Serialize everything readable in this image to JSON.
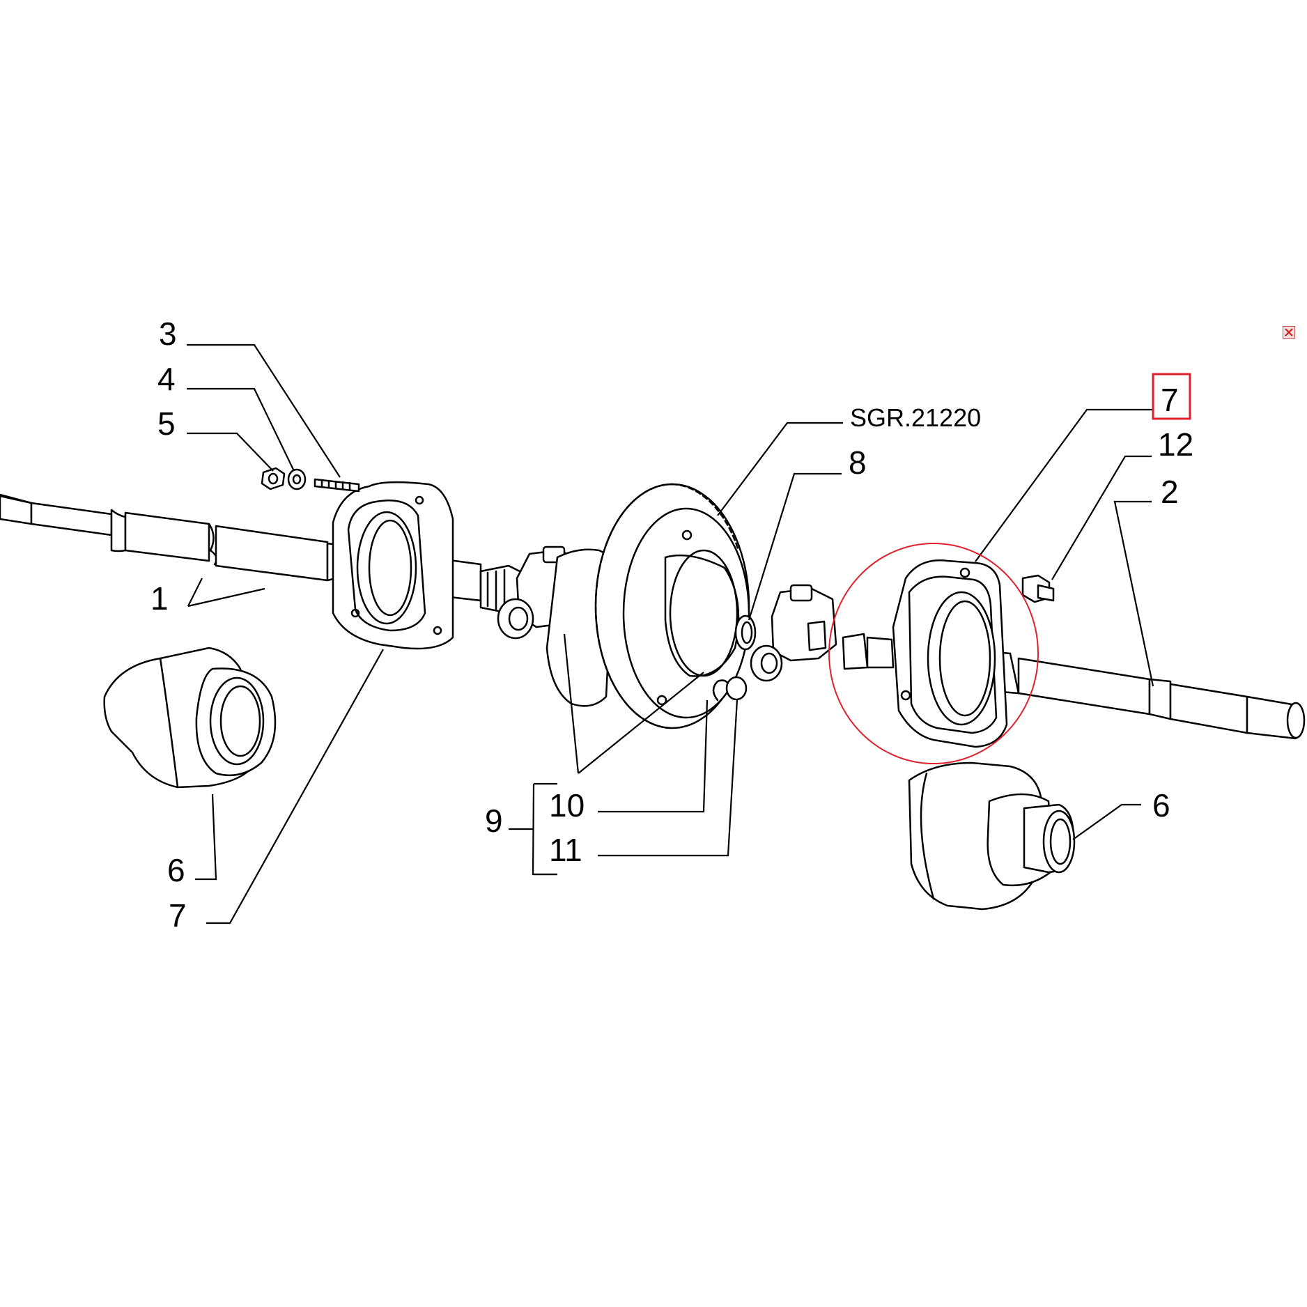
{
  "diagram": {
    "drawing_code": "SGR.21220",
    "highlight_color": "#e0202a",
    "highlighted_callout": "7",
    "callouts": {
      "c1": "1",
      "c2": "2",
      "c3": "3",
      "c4": "4",
      "c5": "5",
      "c6a": "6",
      "c6b": "6",
      "c7a": "7",
      "c7b": "7",
      "c8": "8",
      "c9": "9",
      "c10": "10",
      "c11": "11",
      "c12": "12"
    }
  },
  "window": {
    "close_icon": "close-icon"
  }
}
